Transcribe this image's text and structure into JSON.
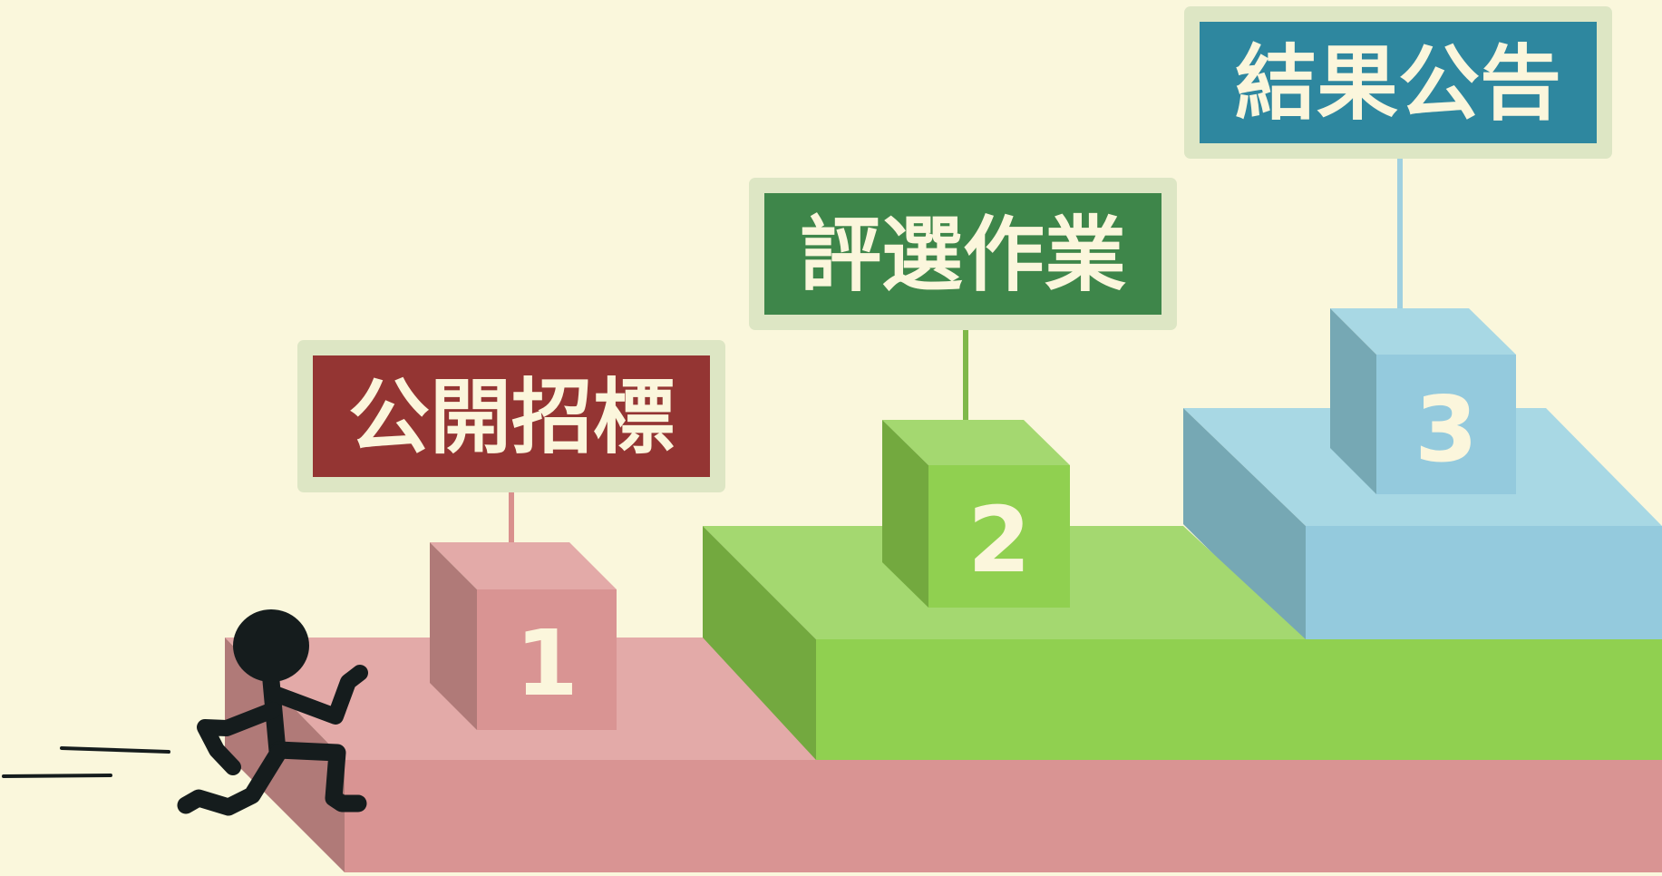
{
  "steps": [
    {
      "number": "1",
      "label": "公開招標",
      "sign_color": "#943533"
    },
    {
      "number": "2",
      "label": "評選作業",
      "sign_color": "#3e864a"
    },
    {
      "number": "3",
      "label": "結果公告",
      "sign_color": "#2e879f"
    }
  ],
  "colors": {
    "background": "#faf7dc",
    "sign_border": "#dde6c4",
    "pink_top": "#e3aaa8",
    "pink_front": "#d99493",
    "pink_side": "#b07a78",
    "green_top": "#a4d870",
    "green_front": "#90d050",
    "green_side": "#73a93f",
    "blue_top": "#a8d8e4",
    "blue_front": "#94cadd",
    "blue_side": "#76a8b4",
    "runner": "#151c1d"
  },
  "icons": {
    "runner": "running-stick-figure-icon"
  }
}
